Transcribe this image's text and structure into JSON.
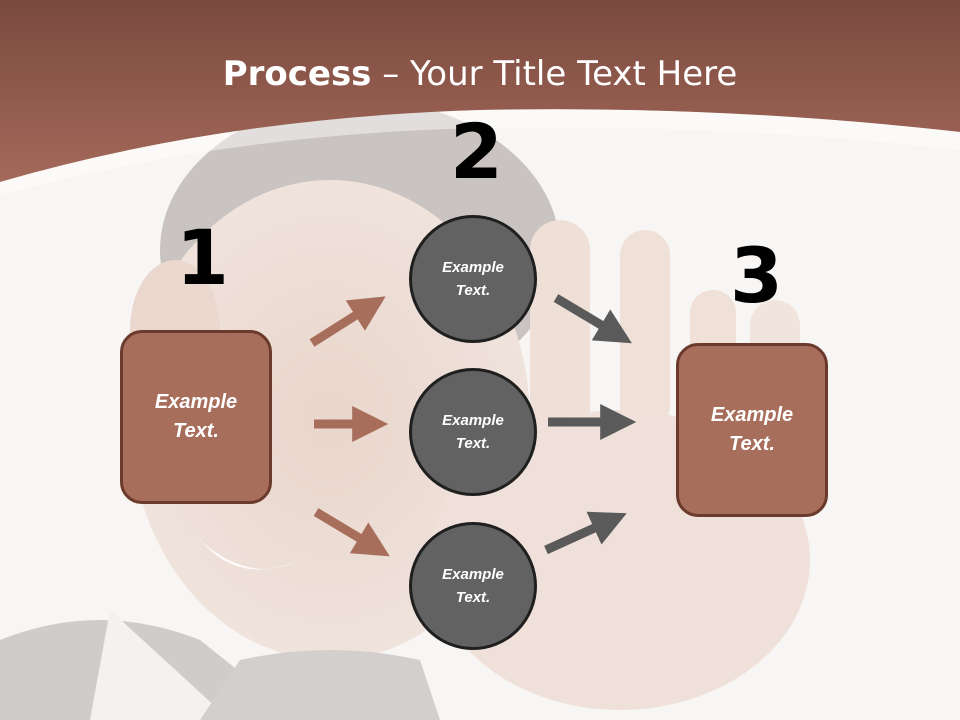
{
  "title": {
    "bold": "Process",
    "rest": " – Your Title Text Here"
  },
  "steps": [
    {
      "number": "1",
      "label": "Example\nText."
    },
    {
      "number": "2"
    },
    {
      "number": "3",
      "label": "Example\nText."
    }
  ],
  "circles": [
    {
      "label": "Example\nText."
    },
    {
      "label": "Example\nText."
    },
    {
      "label": "Example\nText."
    }
  ],
  "colors": {
    "banner": "#8e5546",
    "box_fill": "#a86e5c",
    "box_border": "#6a3b2d",
    "circle_fill": "#626262",
    "circle_border": "#1f1f1f",
    "arrow_in": "#a86e5c",
    "arrow_out": "#5a5a5a"
  }
}
